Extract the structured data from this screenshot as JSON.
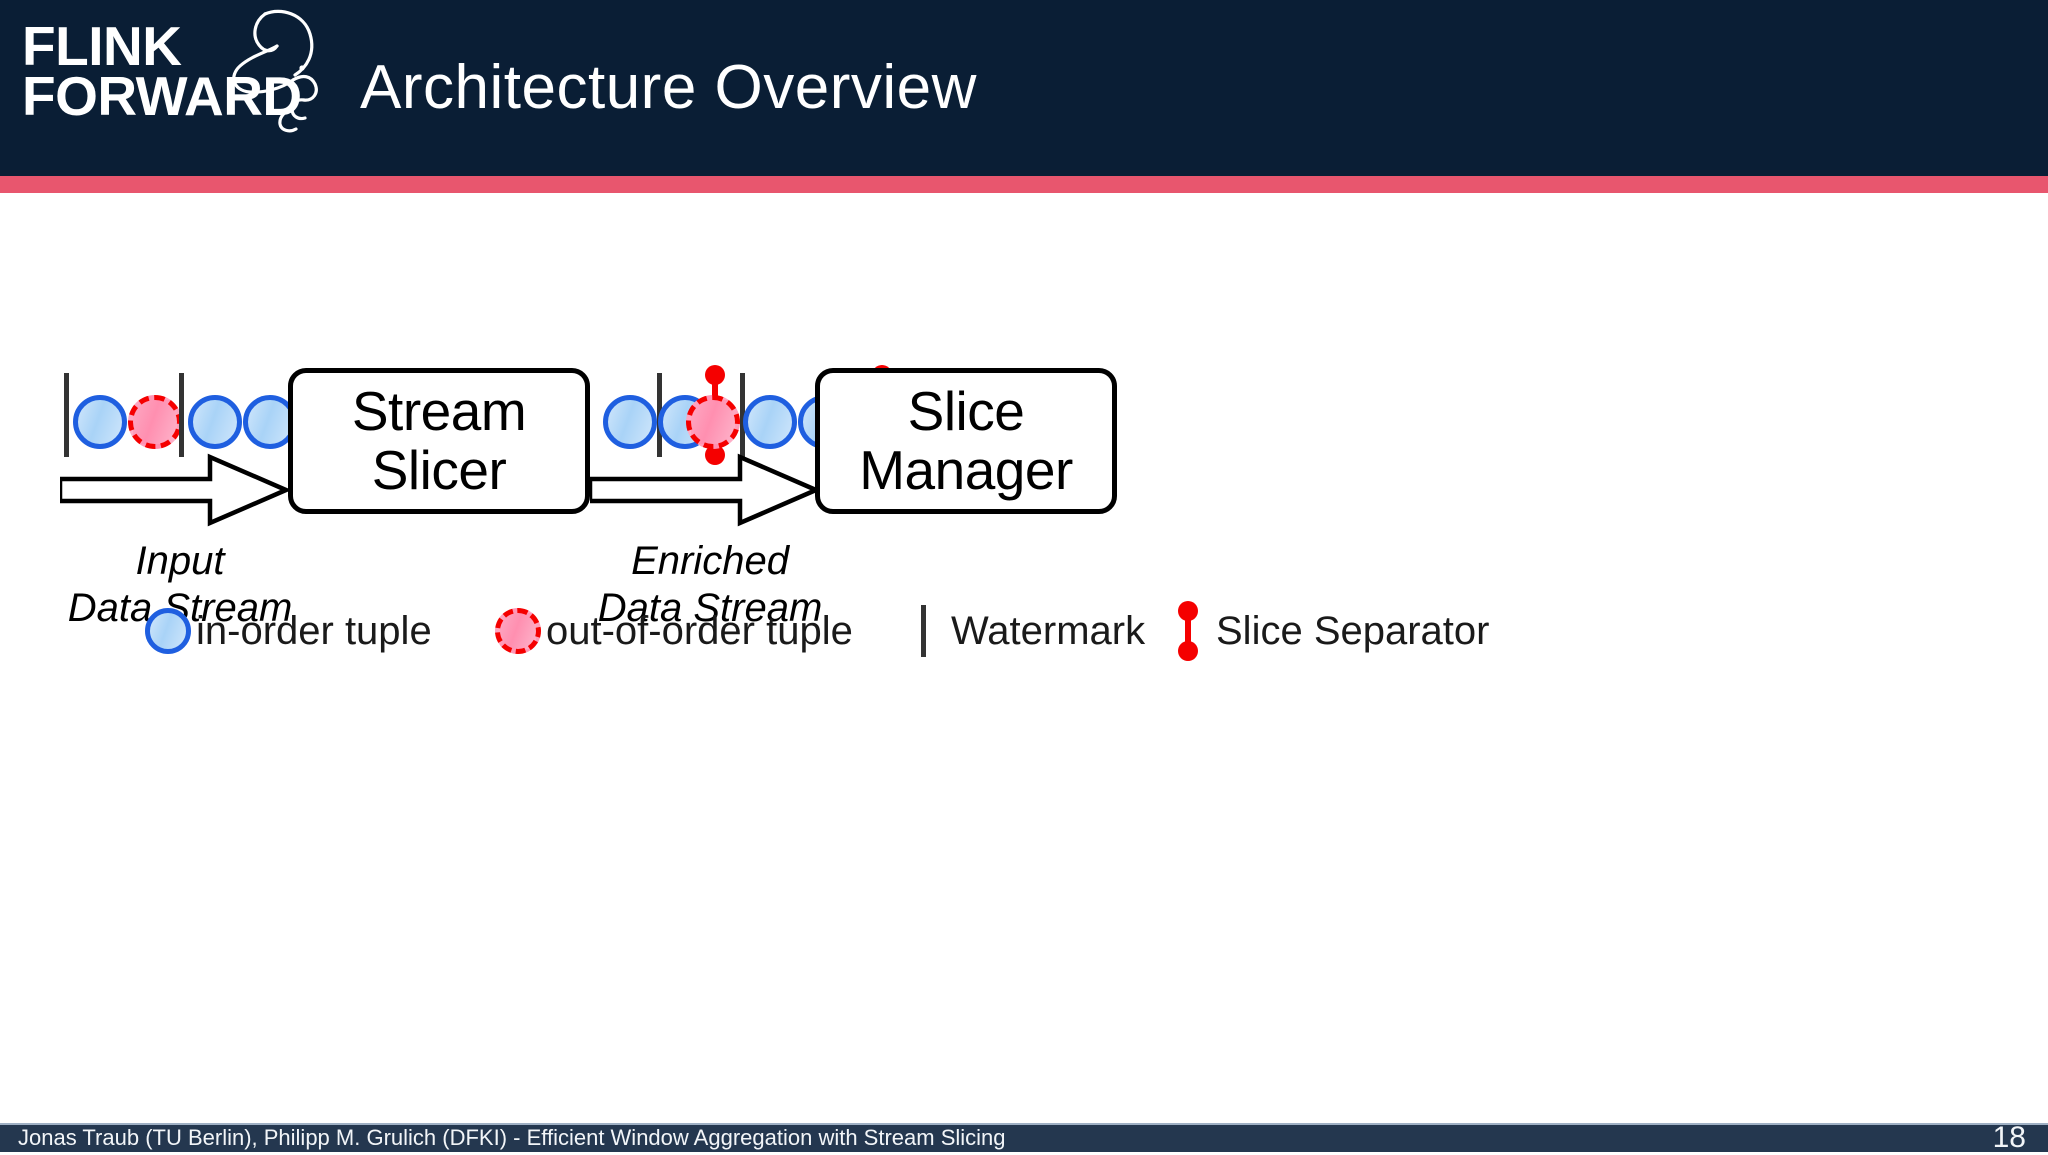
{
  "header": {
    "logo": {
      "line1": "FLINK",
      "line2": "FORWARD",
      "icon": "squirrel-icon"
    },
    "title": "Architecture Overview",
    "background_color": "#0a1e35",
    "accent_color": "#e8566e"
  },
  "diagram": {
    "type": "flow-diagram",
    "boxes": [
      {
        "id": "stream-slicer",
        "line1": "Stream",
        "line2": "Slicer"
      },
      {
        "id": "slice-manager",
        "line1": "Slice",
        "line2": "Manager"
      }
    ],
    "streams": [
      {
        "id": "input-stream",
        "label_line1": "Input",
        "label_line2": "Data Stream",
        "elements": [
          {
            "kind": "watermark"
          },
          {
            "kind": "in-order-tuple"
          },
          {
            "kind": "out-of-order-tuple"
          },
          {
            "kind": "watermark"
          },
          {
            "kind": "in-order-tuple"
          },
          {
            "kind": "in-order-tuple"
          }
        ]
      },
      {
        "id": "enriched-stream",
        "label_line1": "Enriched",
        "label_line2": "Data Stream",
        "elements": [
          {
            "kind": "in-order-tuple"
          },
          {
            "kind": "watermark"
          },
          {
            "kind": "in-order-tuple"
          },
          {
            "kind": "slice-separator"
          },
          {
            "kind": "out-of-order-tuple"
          },
          {
            "kind": "watermark"
          },
          {
            "kind": "in-order-tuple"
          },
          {
            "kind": "in-order-tuple"
          },
          {
            "kind": "slice-separator"
          }
        ]
      }
    ],
    "colors": {
      "in_order_border": "#1f5fe0",
      "in_order_fill": "#a9d3f7",
      "out_of_order_border": "#f50000",
      "out_of_order_fill": "#ff8fb0",
      "watermark": "#333333",
      "slice_separator": "#f50000",
      "box_border": "#000000"
    }
  },
  "legend": {
    "items": [
      {
        "id": "in-order",
        "swatch": "blue-circle-icon",
        "label": "in-order tuple"
      },
      {
        "id": "out-of-order",
        "swatch": "pink-dashed-circle-icon",
        "label": "out-of-order tuple"
      },
      {
        "id": "watermark",
        "swatch": "watermark-tick-icon",
        "label": "Watermark"
      },
      {
        "id": "slice-sep",
        "swatch": "slice-separator-icon",
        "label": "Slice Separator"
      }
    ]
  },
  "footer": {
    "text": "Jonas Traub (TU Berlin), Philipp M. Grulich (DFKI) - Efficient Window Aggregation with Stream Slicing",
    "page_number": "18",
    "background_color": "#24374f"
  }
}
